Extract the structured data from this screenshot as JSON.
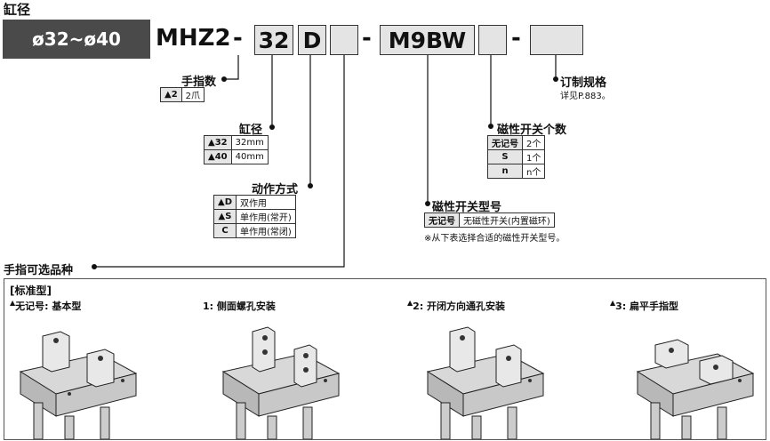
{
  "title": "缸径",
  "range": "ø32~ø40",
  "model": {
    "prefix": "MHZ2",
    "dash": "-",
    "bore": "32",
    "action": "D",
    "switch": "M9BW"
  },
  "finger_count": {
    "label": "手指数",
    "rows": [
      {
        "key": "▲2",
        "value": "2爪"
      }
    ]
  },
  "bore_size": {
    "label": "缸径",
    "rows": [
      {
        "key": "▲32",
        "value": "32mm"
      },
      {
        "key": "▲40",
        "value": "40mm"
      }
    ]
  },
  "action": {
    "label": "动作方式",
    "rows": [
      {
        "key": "▲D",
        "value": "双作用"
      },
      {
        "key": "▲S",
        "value": "单作用(常开)"
      },
      {
        "key": "C",
        "value": "单作用(常闭)"
      }
    ]
  },
  "custom": {
    "label": "订制规格",
    "note": "详见P.883。"
  },
  "switch_count": {
    "label": "磁性开关个数",
    "rows": [
      {
        "key": "无记号",
        "value": "2个"
      },
      {
        "key": "S",
        "value": "1个"
      },
      {
        "key": "n",
        "value": "n个"
      }
    ]
  },
  "switch_model": {
    "label": "磁性开关型号",
    "rows": [
      {
        "key": "无记号",
        "value": "无磁性开关(内置磁环)"
      }
    ],
    "note": "※从下表选择合适的磁性开关型号。"
  },
  "finger_options": {
    "label": "手指可选品种",
    "standard": "[标准型]",
    "types": [
      {
        "mark": "▲",
        "code": "无记号",
        "name": ": 基本型"
      },
      {
        "mark": "",
        "code": "1",
        "name": ": 侧面螺孔安装"
      },
      {
        "mark": "▲",
        "code": "2",
        "name": ": 开闭方向通孔安装"
      },
      {
        "mark": "▲",
        "code": "3",
        "name": ": 扁平手指型"
      }
    ]
  }
}
